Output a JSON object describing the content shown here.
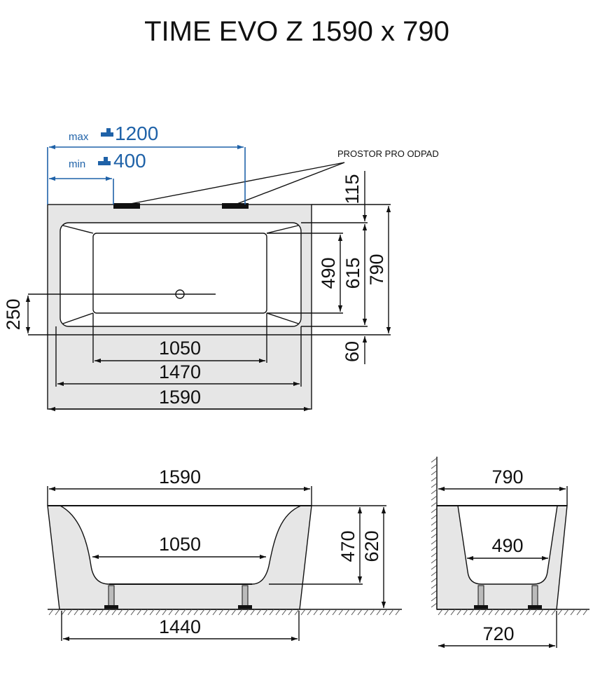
{
  "title": "TIME EVO Z 1590 x 790",
  "faucet": {
    "max_label": "max",
    "max_value": "1200",
    "min_label": "min",
    "min_value": "400"
  },
  "drain_space_label": "PROSTOR PRO ODPAD",
  "top_view": {
    "dims": {
      "offset_top": "115",
      "inner_width_v": "490",
      "inner_depth_v": "615",
      "outer_depth_v": "790",
      "drain_offset": "250",
      "offset_bottom": "60",
      "inner_length": "1050",
      "basin_length": "1470",
      "outer_length": "1590"
    }
  },
  "front_view": {
    "dims": {
      "top_length": "1590",
      "bottom_length": "1050",
      "inner_height": "470",
      "outer_height": "620",
      "base_length": "1440"
    }
  },
  "side_view": {
    "dims": {
      "top_width": "790",
      "bottom_width": "490",
      "base_width": "720"
    }
  },
  "colors": {
    "line": "#111111",
    "accent_blue": "#1f62a8",
    "shade": "#e6e6e6"
  }
}
